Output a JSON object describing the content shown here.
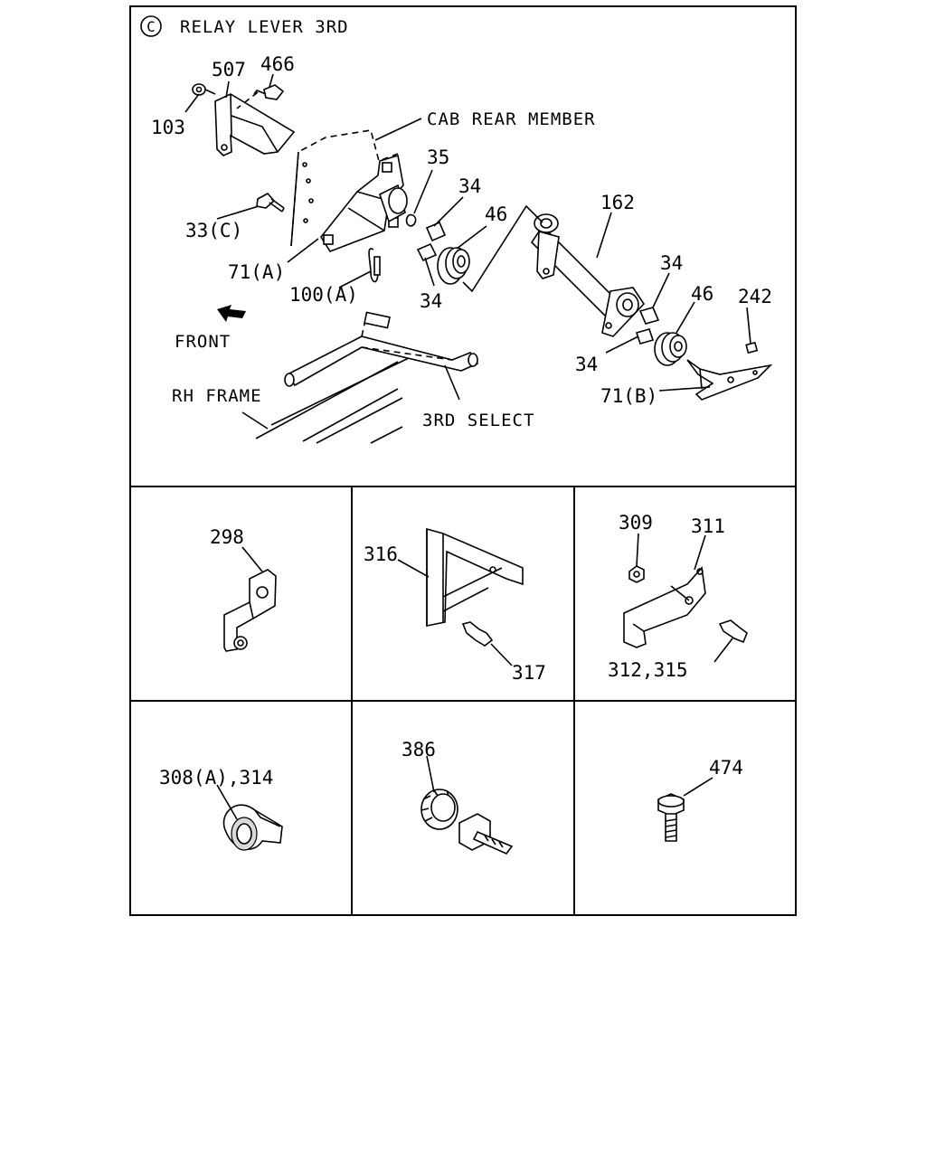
{
  "section_symbol": "C",
  "title": "RELAY LEVER 3RD",
  "labels": {
    "p103": "103",
    "p507": "507",
    "p466": "466",
    "cab_rear_member": "CAB REAR MEMBER",
    "p35": "35",
    "p34_top": "34",
    "p46_left": "46",
    "p162": "162",
    "p33c": "33(C)",
    "p71a": "71(A)",
    "p100a": "100(A)",
    "p34_mid": "34",
    "p34_right": "34",
    "p46_right": "46",
    "p242": "242",
    "p34_low": "34",
    "p71b": "71(B)",
    "front": "FRONT",
    "rh_frame": "RH FRAME",
    "third_select": "3RD SELECT"
  },
  "cells": {
    "p298": "298",
    "p316": "316",
    "p317": "317",
    "p309": "309",
    "p311": "311",
    "p312_315": "312,315",
    "p308a_314": "308(A),314",
    "p386": "386",
    "p474": "474"
  }
}
